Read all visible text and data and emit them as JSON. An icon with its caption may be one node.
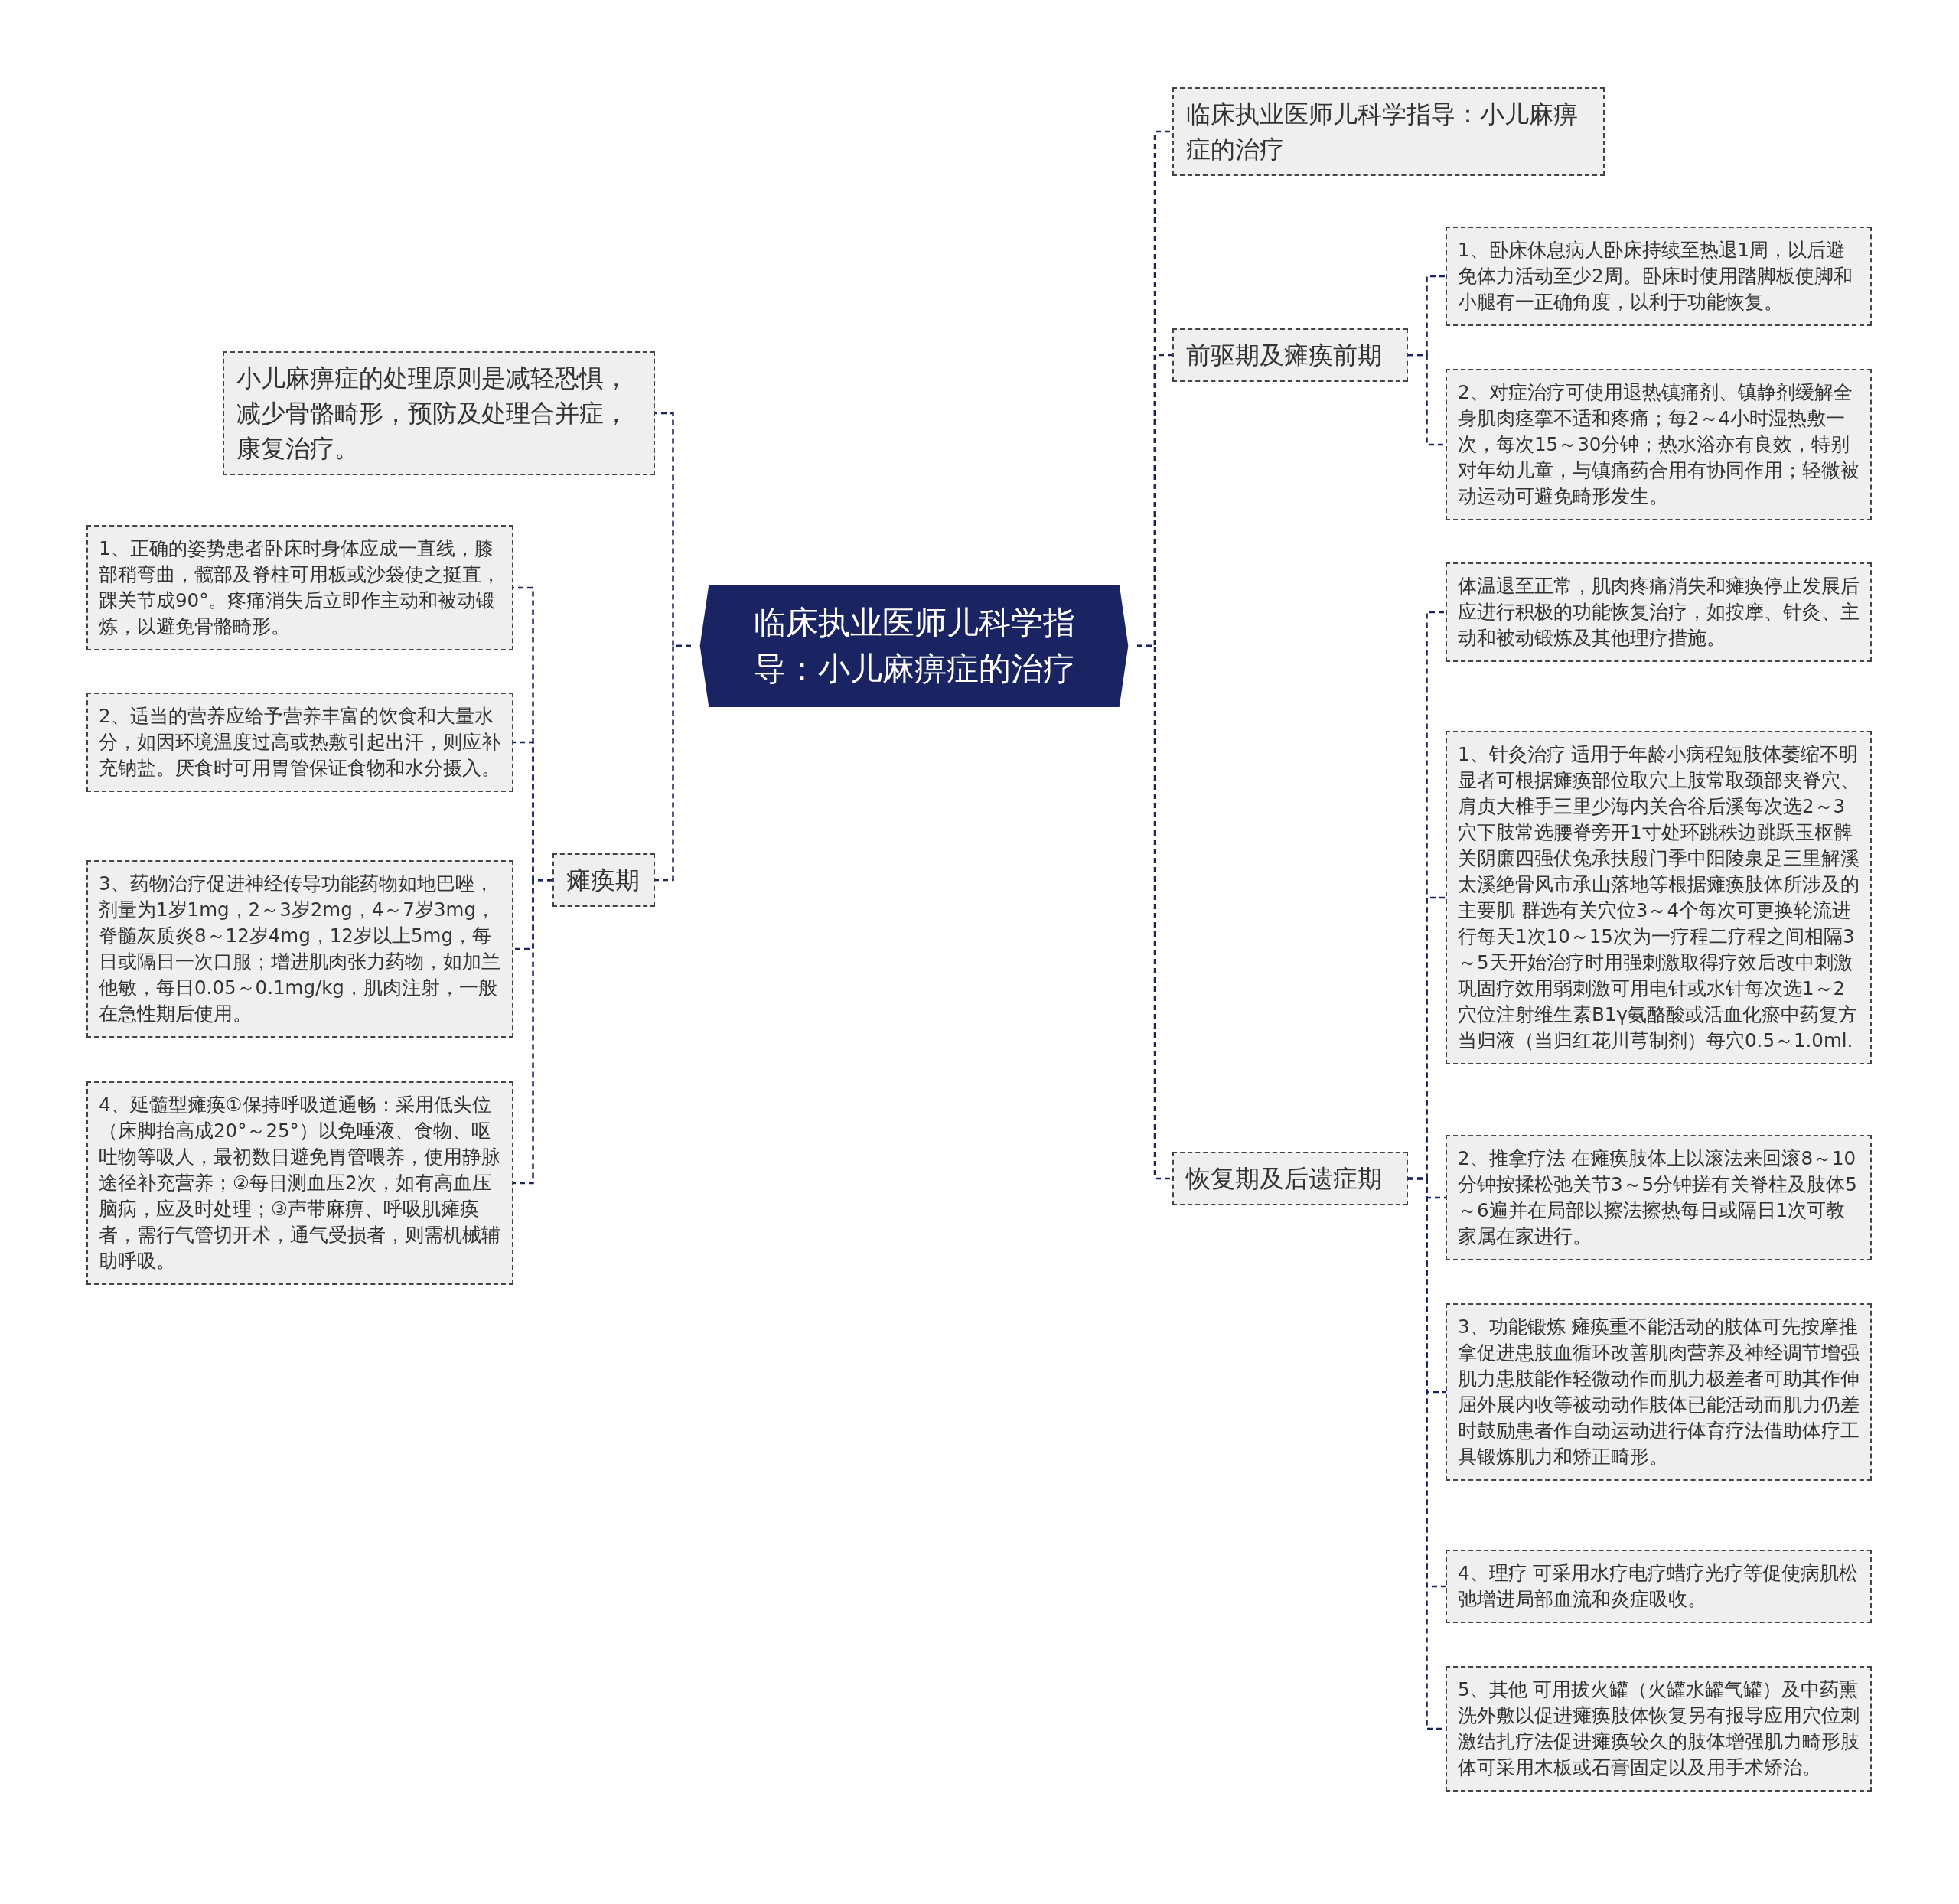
{
  "diagram": {
    "nodes": [
      {
        "text": [
          "临床执业医师儿科学指导：小儿麻痹症的治疗"
        ]
      },
      {
        "text": [
          "临床执业医师儿科学指导：小儿麻痹症的治疗"
        ]
      },
      {
        "text": [
          "前驱期及瘫痪前期"
        ]
      },
      {
        "text": [
          "1、卧床休息病人卧床持续至热退1周，以后避免体力活动至少2周。卧床时使用踏脚板使脚和小腿有一正确角度，以利于功能恢复。"
        ]
      },
      {
        "text": [
          "2、对症治疗可使用退热镇痛剂、镇静剂缓解全身肌肉痉挛不适和疼痛；每2～4小时湿热敷一次，每次15～30分钟；热水浴亦有良效，特别对年幼儿童，与镇痛药合用有协同作用；轻微被动运动可避免畸形发生。"
        ]
      },
      {
        "text": [
          "恢复期及后遗症期"
        ]
      },
      {
        "text": [
          "体温退至正常，肌肉疼痛消失和瘫痪停止发展后应进行积极的功能恢复治疗，如按摩、针灸、主动和被动锻炼及其他理疗措施。"
        ]
      },
      {
        "text": [
          "1、针灸治疗 适用于年龄小病程短肢体萎缩不明显者可根据瘫痪部位取穴上肢常取颈部夹脊穴、肩贞大椎手三里少海内关合谷后溪每次选2～3穴下肢常选腰脊旁开1寸处环跳秩边跳跃玉枢髀关阴廉四强伏兔承扶殷门季中阳陵泉足三里解溪太溪绝骨风市承山落地等根据瘫痪肢体所涉及的主要肌 群选有关穴位3～4个每次可更换轮流进行每天1次10～15次为一疗程二疗程之间相隔3～5天开始治疗时用强刺激取得疗效后改中刺激巩固疗效用弱刺激可用电针或水针每次选1～2穴位注射维生素B1γ氨酪酸或活血化瘀中药复方当归液（当归红花川芎制剂）每穴0.5～1.0ml."
        ]
      },
      {
        "text": [
          "2、推拿疗法 在瘫痪肢体上以滚法来回滚8～10分钟按揉松弛关节3～5分钟搓有关脊柱及肢体5～6遍并在局部以擦法擦热每日或隔日1次可教家属在家进行。"
        ]
      },
      {
        "text": [
          "3、功能锻炼 瘫痪重不能活动的肢体可先按摩推拿促进患肢血循环改善肌肉营养及神经调节增强肌力患肢能作轻微动作而肌力极差者可助其作伸屈外展内收等被动动作肢体已能活动而肌力仍差时鼓励患者作自动运动进行体育疗法借助体疗工具锻炼肌力和矫正畸形。"
        ]
      },
      {
        "text": [
          "4、理疗 可采用水疗电疗蜡疗光疗等促使病肌松弛增进局部血流和炎症吸收。"
        ]
      },
      {
        "text": [
          "5、其他 可用拔火罐（火罐水罐气罐）及中药熏洗外敷以促进瘫痪肢体恢复另有报导应用穴位刺激结扎疗法促进瘫痪较久的肢体增强肌力畸形肢体可采用木板或石膏固定以及用手术矫治。"
        ]
      },
      {
        "text": [
          "小儿麻痹症的处理原则是减轻恐惧，减少骨骼畸形，预防及处理合并症，康复治疗。"
        ]
      },
      {
        "text": [
          "瘫痪期"
        ]
      },
      {
        "text": [
          "1、正确的姿势患者卧床时身体应成一直线，膝部稍弯曲，髋部及脊柱可用板或沙袋使之挺直，踝关节成90°。疼痛消失后立即作主动和被动锻炼，以避免骨骼畸形。"
        ]
      },
      {
        "text": [
          "2、适当的营养应给予营养丰富的饮食和大量水分，如因环境温度过高或热敷引起出汗，则应补充钠盐。厌食时可用胃管保证食物和水分摄入。"
        ]
      },
      {
        "text": [
          "3、药物治疗促进神经传导功能药物如地巴唑，剂量为1岁1mg，2～3岁2mg，4～7岁3mg，脊髓灰质炎8～12岁4mg，12岁以上5mg，每日或隔日一次口服；增进肌肉张力药物，如加兰他敏，每日0.05～0.1mg/kg，肌肉注射，一般在急性期后使用。"
        ]
      },
      {
        "text": [
          "4、延髓型瘫痪①保持呼吸道通畅：采用低头位（床脚抬高成20°～25°）以免唾液、食物、呕吐物等吸人，最初数日避免胃管喂养，使用静脉途径补充营养；②每日测血压2次，如有高血压脑病，应及时处理；③声带麻痹、呼吸肌瘫痪者，需行气管切开术，通气受损者，则需机械辅助呼吸。"
        ]
      }
    ],
    "edges": [
      {
        "from": 0,
        "to": 1,
        "arrow": "none"
      },
      {
        "from": 0,
        "to": 2,
        "arrow": "none"
      },
      {
        "from": 2,
        "to": 3,
        "arrow": "none"
      },
      {
        "from": 2,
        "to": 4,
        "arrow": "none"
      },
      {
        "from": 0,
        "to": 5,
        "arrow": "none"
      },
      {
        "from": 5,
        "to": 6,
        "arrow": "none"
      },
      {
        "from": 5,
        "to": 7,
        "arrow": "none"
      },
      {
        "from": 5,
        "to": 8,
        "arrow": "none"
      },
      {
        "from": 5,
        "to": 9,
        "arrow": "none"
      },
      {
        "from": 5,
        "to": 10,
        "arrow": "none"
      },
      {
        "from": 5,
        "to": 11,
        "arrow": "none"
      },
      {
        "from": 0,
        "to": 12,
        "arrow": "none"
      },
      {
        "from": 0,
        "to": 13,
        "arrow": "none"
      },
      {
        "from": 13,
        "to": 14,
        "arrow": "none"
      },
      {
        "from": 13,
        "to": 15,
        "arrow": "none"
      },
      {
        "from": 13,
        "to": 16,
        "arrow": "none"
      },
      {
        "from": 13,
        "to": 17,
        "arrow": "none"
      }
    ]
  }
}
